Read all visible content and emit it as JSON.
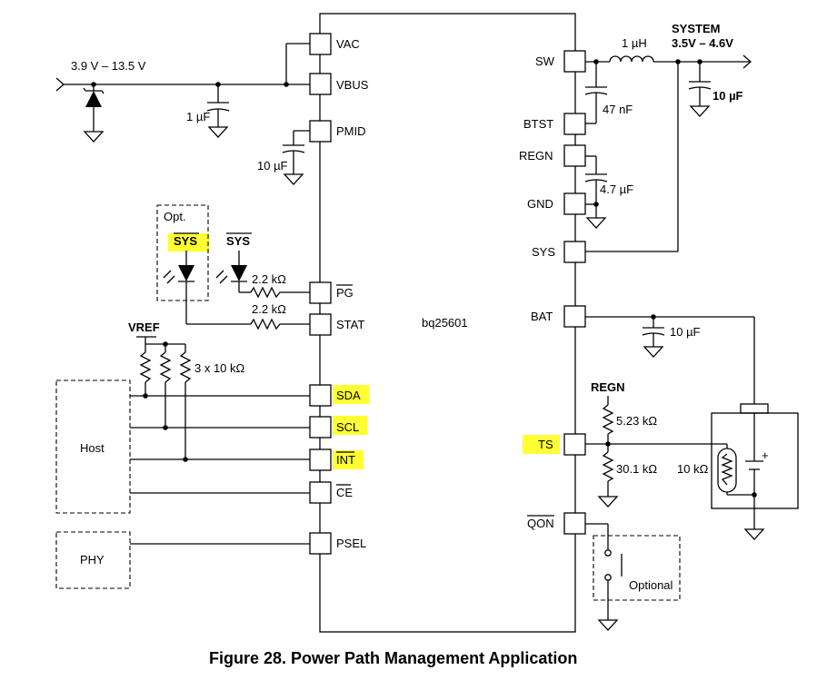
{
  "chip": {
    "name": "bq25601",
    "left_pins": {
      "vac": "VAC",
      "vbus": "VBUS",
      "pmid": "PMID",
      "pg": "PG",
      "stat": "STAT",
      "sda": "SDA",
      "scl": "SCL",
      "int": "INT",
      "ce": "CE",
      "psel": "PSEL"
    },
    "right_pins": {
      "sw": "SW",
      "btst": "BTST",
      "regn": "REGN",
      "gnd": "GND",
      "sys": "SYS",
      "bat": "BAT",
      "ts": "TS",
      "qon": "QON"
    }
  },
  "labels": {
    "input_range": "3.9 V – 13.5 V",
    "cap_1uf": "1 µF",
    "cap_10uf_pmid": "10 µF",
    "opt": "Opt.",
    "sys_led1": "SYS",
    "sys_led2": "SYS",
    "r_pg": "2.2 kΩ",
    "r_stat": "2.2 kΩ",
    "vref": "VREF",
    "pullups": "3 x 10 kΩ",
    "host": "Host",
    "phy": "PHY",
    "inductor": "1 µH",
    "system_title": "SYSTEM",
    "system_range": "3.5V – 4.6V",
    "cap_10uf_sys": "10 µF",
    "cap_47nf": "47 nF",
    "cap_4_7uf": "4.7 µF",
    "cap_10uf_bat": "10 µF",
    "regn_ref": "REGN",
    "r_523k": "5.23 kΩ",
    "r_301k": "30.1 kΩ",
    "thermistor": "10 kΩ",
    "battery_plus": "+",
    "optional": "Optional"
  },
  "highlight_color": "#ffff33",
  "caption": "Figure 28.  Power Path Management Application"
}
